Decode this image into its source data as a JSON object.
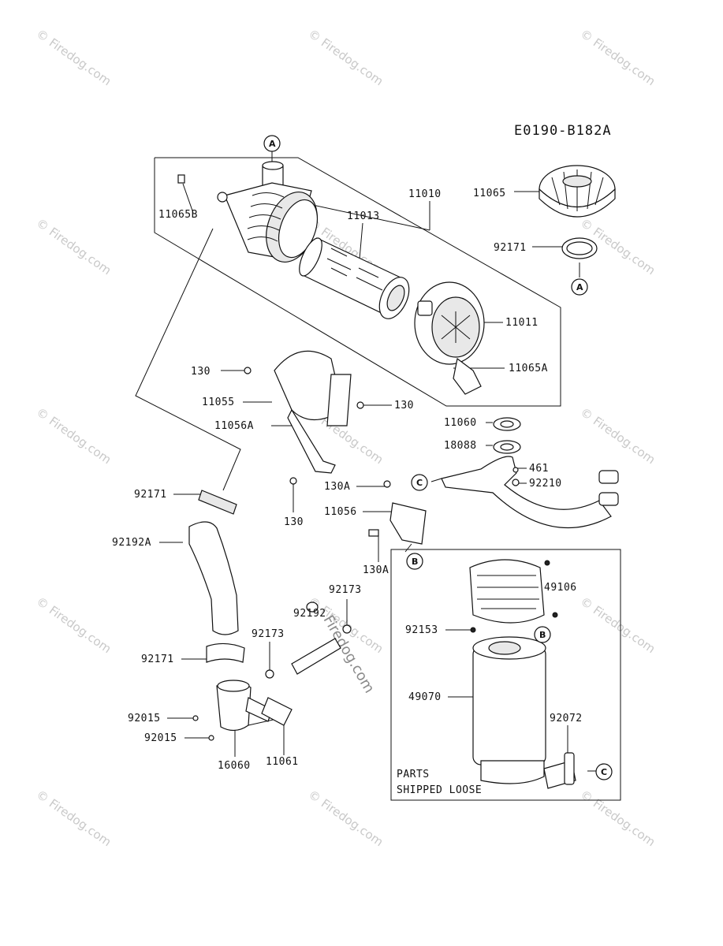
{
  "diagram_code": "E0190-B182A",
  "watermark": "© Firedog.com",
  "center_watermark": "Firedog.com",
  "ref_markers": [
    "A",
    "B",
    "C"
  ],
  "part_labels": {
    "p11010": "11010",
    "p11013": "11013",
    "p11065": "11065",
    "p11065B": "11065B",
    "p92171_top": "92171",
    "p11011": "11011",
    "p11065A": "11065A",
    "p130_a": "130",
    "p130_b": "130",
    "p130_c": "130",
    "p11055": "11055",
    "p11056A": "11056A",
    "p11060": "11060",
    "p18088": "18088",
    "p461": "461",
    "p92210": "92210",
    "p130A_a": "130A",
    "p130A_b": "130A",
    "p11056": "11056",
    "p92171_mid": "92171",
    "p92192A": "92192A",
    "p92173_a": "92173",
    "p92192": "92192",
    "p92173_b": "92173",
    "p92171_low": "92171",
    "p49106": "49106",
    "p92153": "92153",
    "p49070": "49070",
    "p92072": "92072",
    "p92015_a": "92015",
    "p92015_b": "92015",
    "p16060": "16060",
    "p11061": "11061"
  },
  "note": {
    "line1": "PARTS",
    "line2": "SHIPPED LOOSE"
  }
}
